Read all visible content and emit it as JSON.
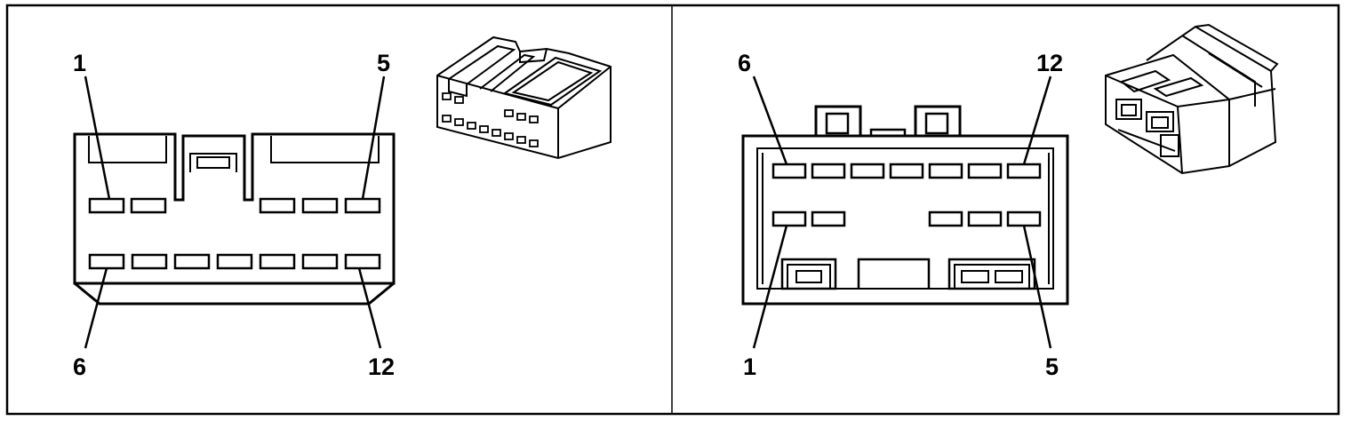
{
  "left_connector": {
    "labels": {
      "top_left": "1",
      "top_right": "5",
      "bottom_left": "6",
      "bottom_right": "12"
    }
  },
  "right_connector": {
    "labels": {
      "top_left": "6",
      "top_right": "12",
      "bottom_left": "1",
      "bottom_right": "5"
    }
  },
  "colors": {
    "ink": "#000000",
    "paper": "#ffffff"
  }
}
